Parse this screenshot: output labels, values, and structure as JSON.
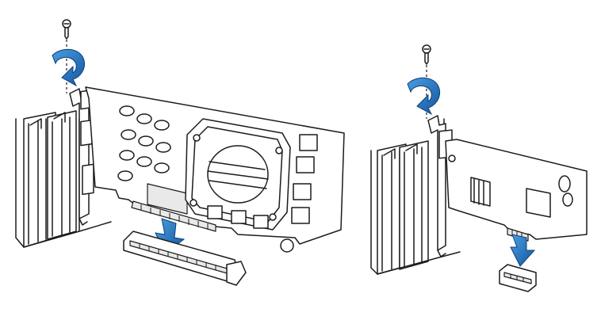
{
  "diagram": {
    "left_step": {
      "screw_icon": "screw-icon",
      "rotate_icon": "rotate-clockwise-arrow-icon",
      "insert_icon": "down-arrow-icon",
      "card": "graphics-card-with-heatsink",
      "slot": "pcie-x16-slot"
    },
    "right_step": {
      "screw_icon": "screw-icon",
      "rotate_icon": "rotate-clockwise-arrow-icon",
      "insert_icon": "down-arrow-icon",
      "card": "pcie-x1-expansion-card",
      "slot": "pcie-x1-slot"
    },
    "colors": {
      "arrow": "#1e6fb8",
      "line": "#1c1c1c",
      "fill": "#ffffff"
    }
  }
}
